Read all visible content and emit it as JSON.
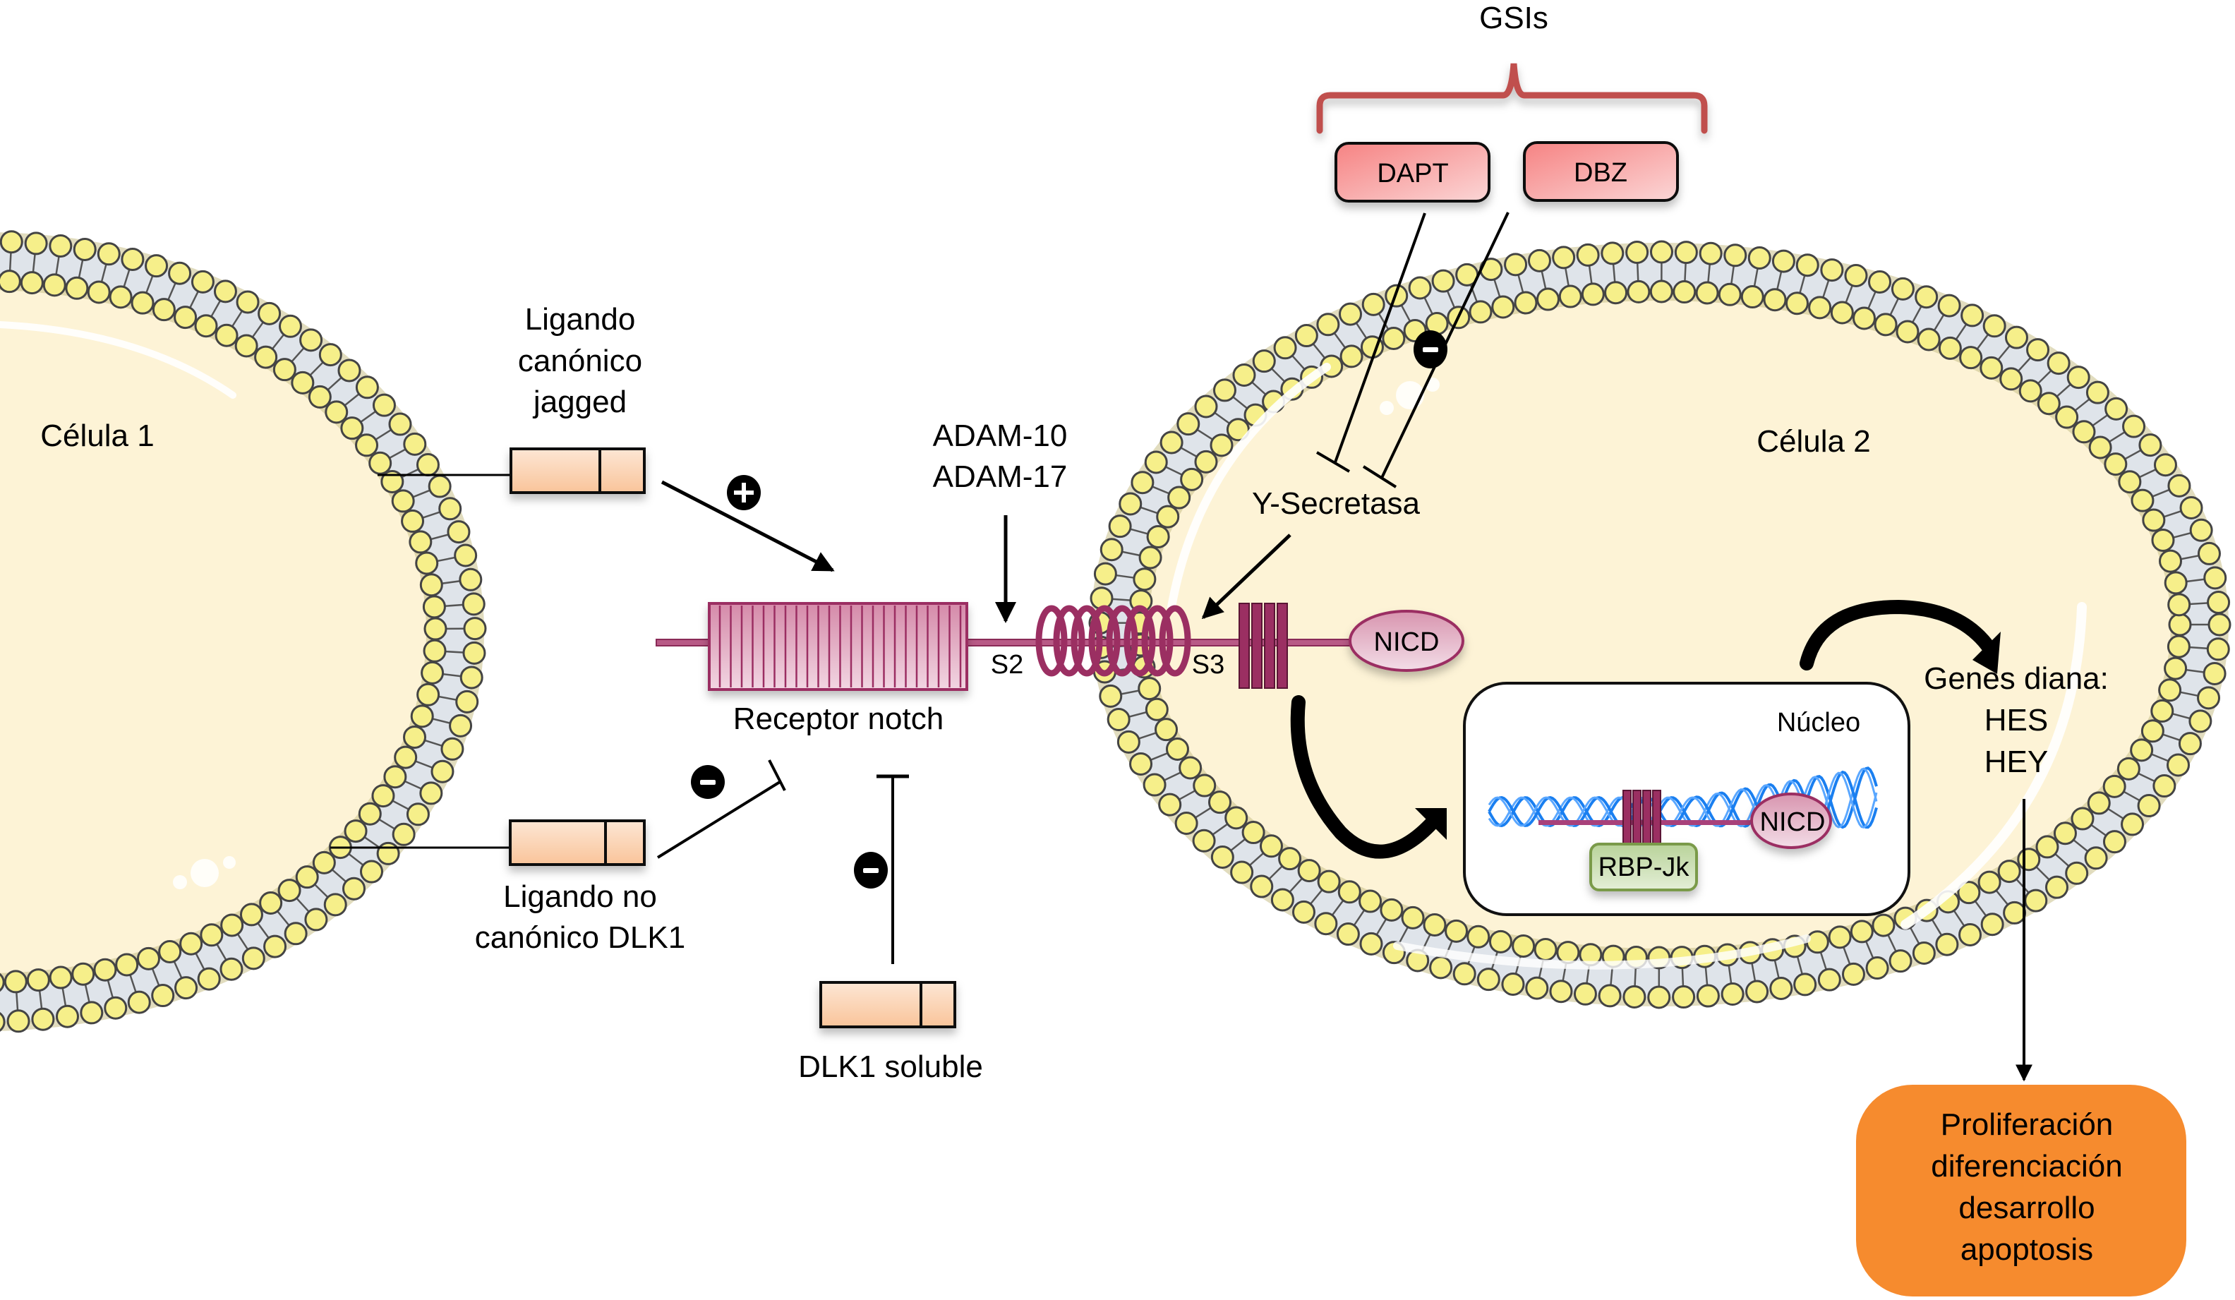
{
  "title": "Vía de señalización Notch",
  "colors": {
    "cytoplasm": "#fdf3d6",
    "membrane_head": "#f6ef8a",
    "membrane_core": "#dfe4ea",
    "receptor": "#9b2f62",
    "receptor_light": "#e8b8cc",
    "ligand": "#fbd2b0",
    "inhibitor_box": "#f48c8c",
    "brace": "#c0504d",
    "rbp": "#c9ddb1",
    "rbp_border": "#7a9a4a",
    "dna": "#1a7ff0",
    "outcome": "#f68b2e"
  },
  "cells": {
    "cell1": "Célula 1",
    "cell2": "Célula 2"
  },
  "inhibitors": {
    "group_label": "GSIs",
    "items": [
      "DAPT",
      "DBZ"
    ],
    "effect_sign": "−"
  },
  "ligands": {
    "canonical": {
      "lines": [
        "Ligando",
        "canónico",
        "jagged"
      ],
      "effect_sign": "+"
    },
    "noncanonical": {
      "lines": [
        "Ligando no",
        "canónico DLK1"
      ],
      "effect_sign": "−"
    },
    "soluble": {
      "lines": [
        "DLK1 soluble"
      ],
      "effect_sign": "−"
    }
  },
  "receptor": {
    "label": "Receptor notch",
    "cleavage_site_1": "S2",
    "cleavage_site_2": "S3",
    "proteases": [
      "ADAM-10",
      "ADAM-17"
    ],
    "secretase": "Y-Secretasa",
    "intracellular_domain": "NICD"
  },
  "nucleus": {
    "label": "Núcleo",
    "cofactor": "RBP-Jk",
    "domain": "NICD"
  },
  "target_genes": {
    "title": "Genes diana:",
    "genes": [
      "HES",
      "HEY"
    ]
  },
  "outcomes": [
    "Proliferación",
    "diferenciación",
    "desarrollo",
    "apoptosis"
  ]
}
